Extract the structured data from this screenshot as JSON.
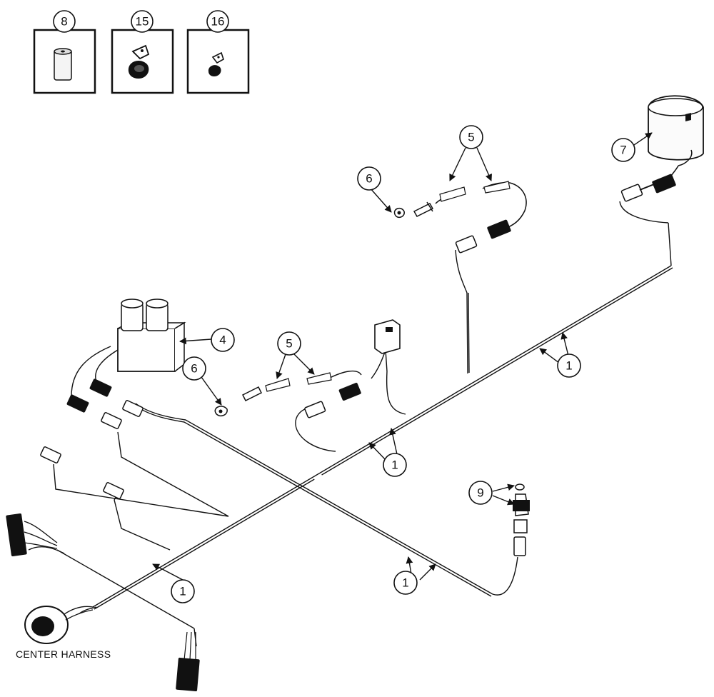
{
  "callouts": {
    "c8": "8",
    "c15": "15",
    "c16": "16",
    "c7": "7",
    "c6a": "6",
    "c5a": "5",
    "c4": "4",
    "c6b": "6",
    "c5b": "5",
    "c1a": "1",
    "c1b": "1",
    "c9": "9",
    "c1c": "1",
    "c1d": "1"
  },
  "caption": "CENTER HARNESS",
  "colors": {
    "line": "#111111",
    "paper": "#ffffff"
  }
}
